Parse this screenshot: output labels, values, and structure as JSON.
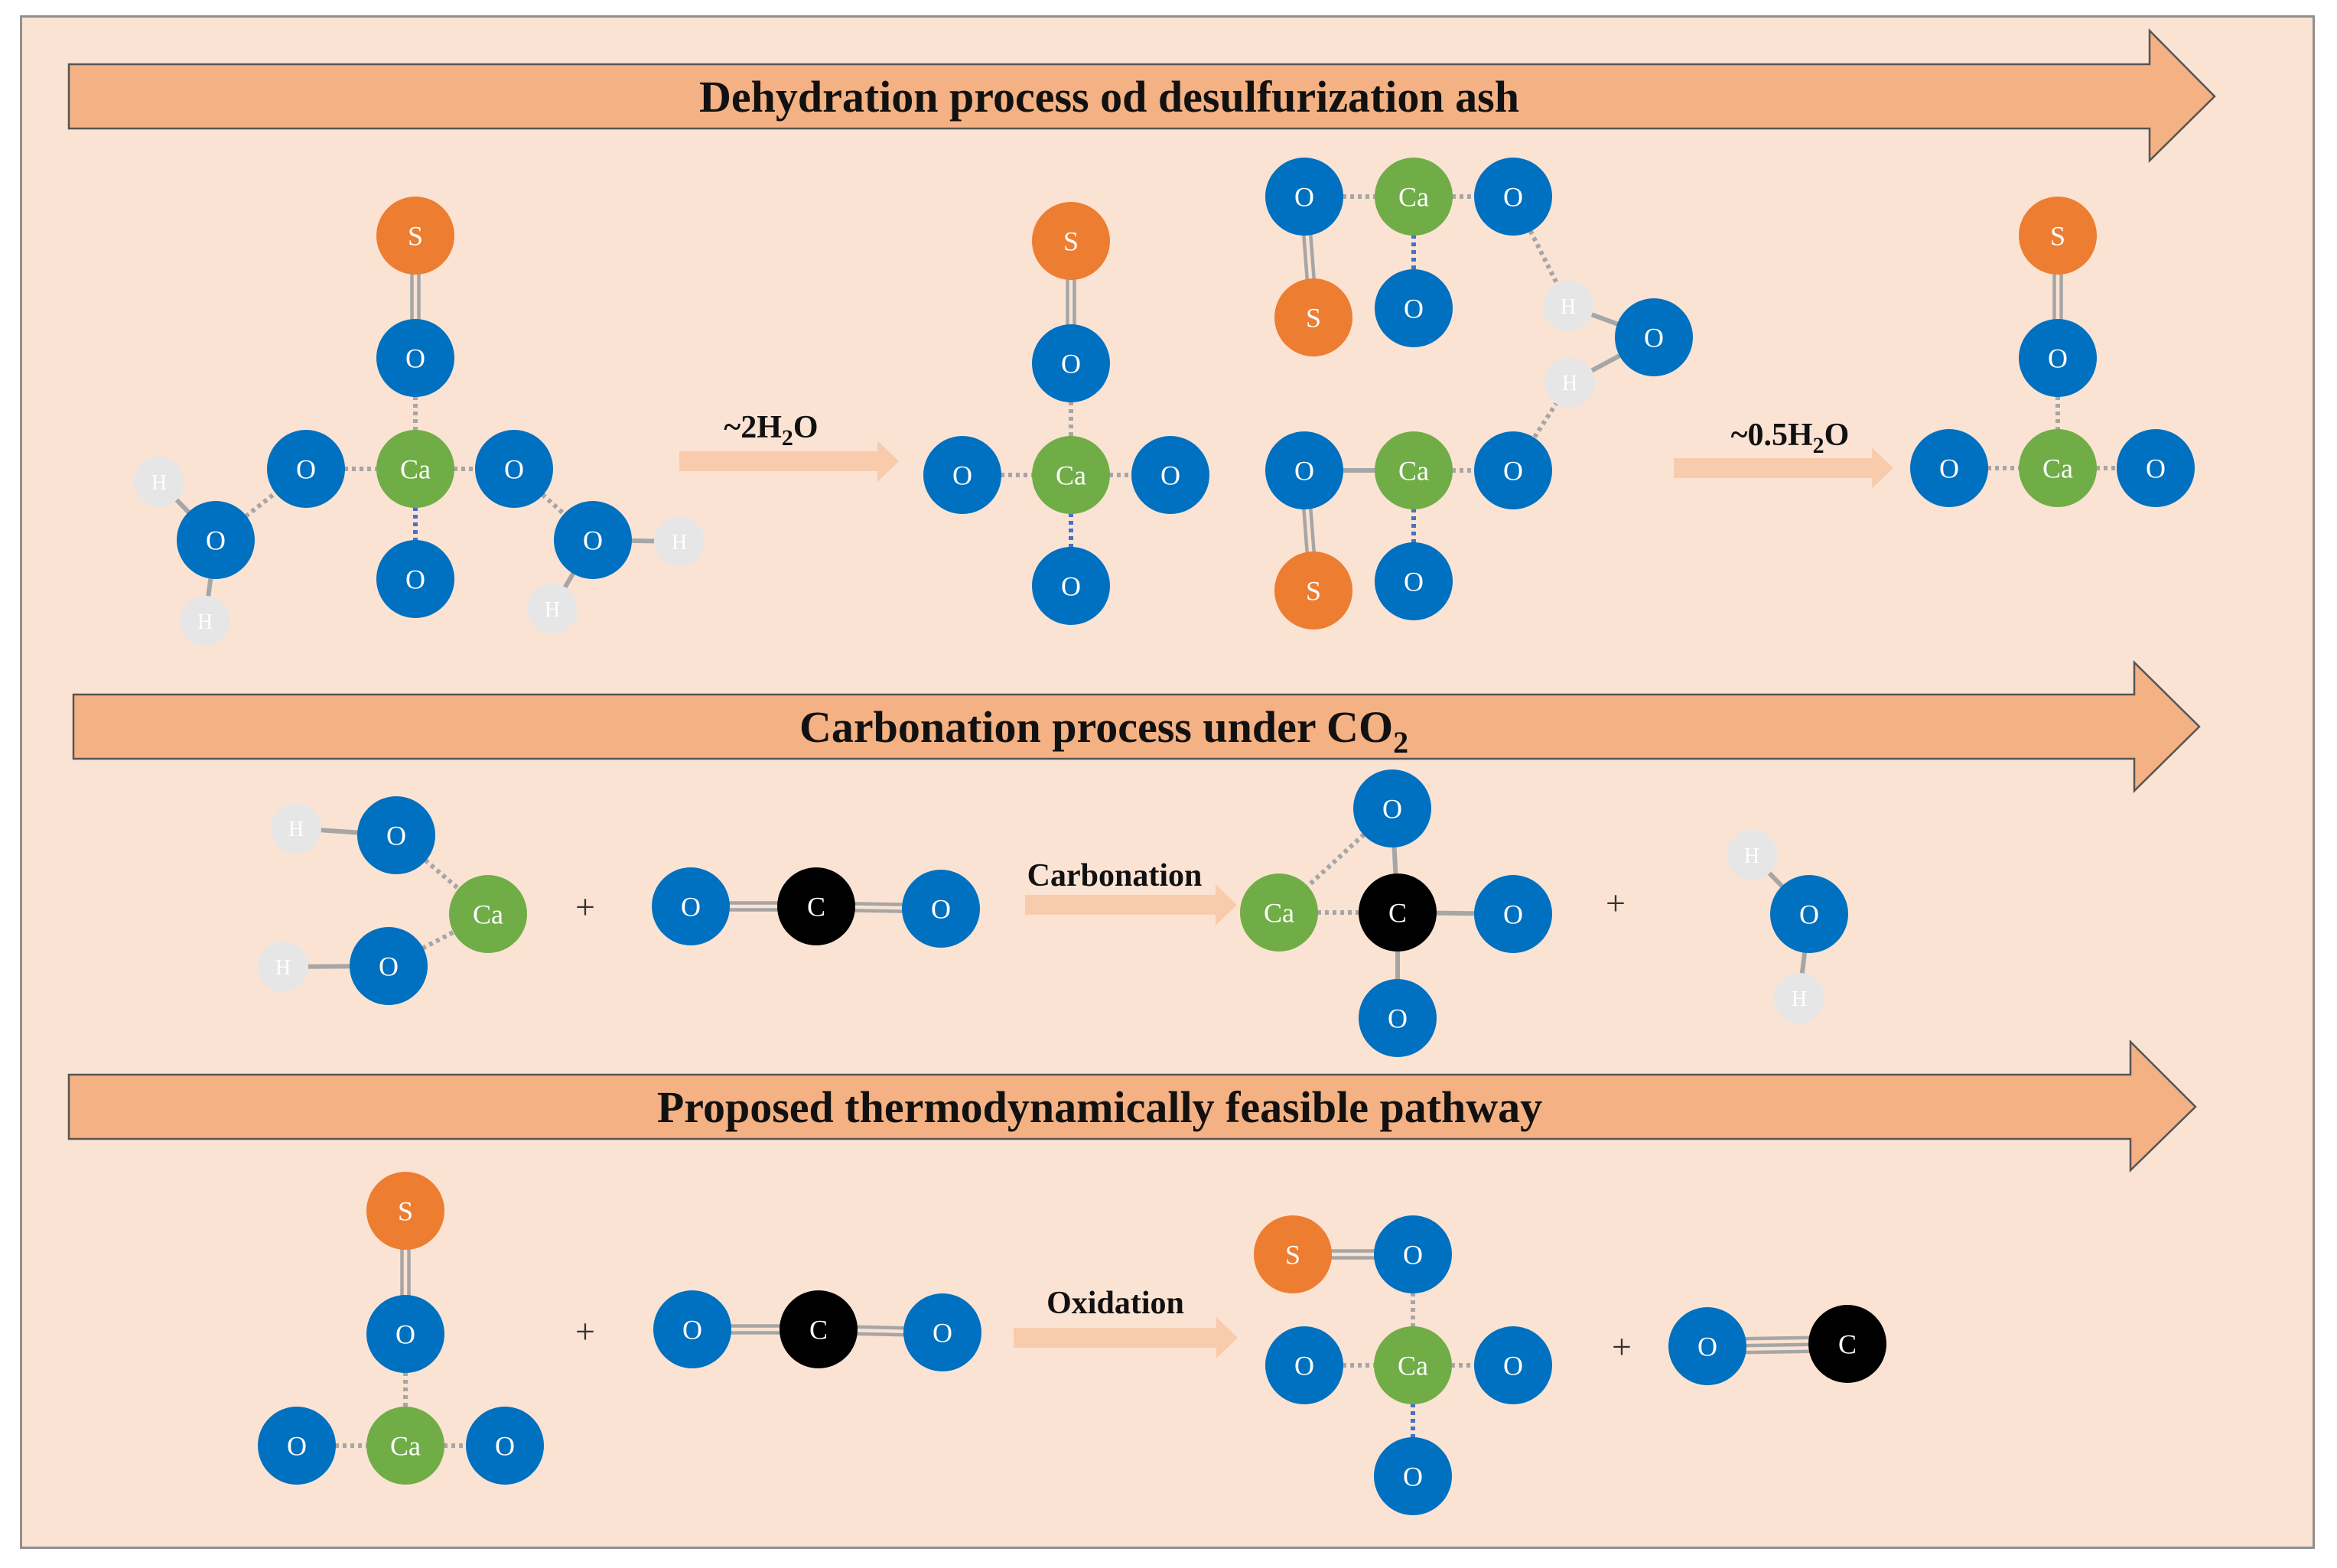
{
  "banners": [
    {
      "id": "dehydration",
      "text": "Dehydration process od desulfurization ash",
      "sub": ""
    },
    {
      "id": "carbonation",
      "text": "Carbonation process under CO",
      "sub": "2"
    },
    {
      "id": "pathway",
      "text": "Proposed thermodynamically feasible pathway",
      "sub": ""
    }
  ],
  "reaction_labels": {
    "dehydration_step1": {
      "pre": "~2H",
      "sub": "2",
      "post": "O"
    },
    "dehydration_step2": {
      "pre": "~0.5H",
      "sub": "2",
      "post": "O"
    },
    "carbonation": "Carbonation",
    "oxidation": "Oxidation"
  },
  "plus_sign": "+",
  "atom_symbols": {
    "O": "O",
    "Ca": "Ca",
    "S": "S",
    "H": "H",
    "C": "C"
  },
  "colors": {
    "background": "#fbe3d3",
    "banner_fill": "#f4b183",
    "arrow_fill": "#f8cbad",
    "oxygen": "#0070c0",
    "calcium": "#70ad47",
    "sulfur": "#ed7d31",
    "hydrogen": "#e7e6e6",
    "carbon": "#000000",
    "bond": "#a6a6a6",
    "blue_bond": "#4472c4"
  }
}
